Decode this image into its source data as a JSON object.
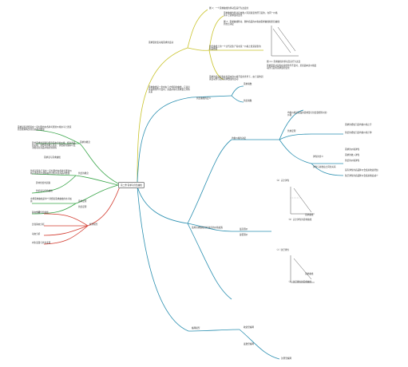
{
  "colors": {
    "yellow": "#c9c32a",
    "blue": "#2a8fb0",
    "green": "#3aa64a",
    "red": "#d23a2e"
  },
  "root": {
    "label": "第二章 需求与供给曲线"
  },
  "yellow_branch": {
    "items": [
      "图 1：一个需求曲线的移动及其行为改变的",
      "需求曲线的移动是由收入等因素变化所引起的，在同一价格水平上需求量的变化",
      "图 2：需求曲线移动，图中商品的价格由需求曲线和供给曲线的交点决定",
      "需求量的变动和需求的变动",
      "供给曲线上的一个点代表生产者在某一价格上愿意提供的商品数量",
      "需求的变动是指在商品本身价格不变的条件下，由于其他因素变动所引起的需求数量的变动"
    ],
    "chart_caption": "图 2-1 需求曲线的移动及其行为改变",
    "sub_note": "需求量变动是指在其他条件不变时，某商品本身价格变动所引起的需求量的变化"
  },
  "blue_branch": {
    "items": [
      "需求曲线是一条向右下方倾斜的曲线，它表示在其他条件不变时，商品价格与需求量之间的关系",
      "供给曲线的定义",
      "需求函数",
      "供给函数",
      "均衡价格的决定",
      "均衡价格是商品的需求量与供给量相等时的价格",
      "供求定理",
      "需求的增加引起均衡价格上升",
      "供给的增加引起均衡价格下降",
      "弹性的含义",
      "需求的价格弹性",
      "需求的收入弹性",
      "供给的价格弹性",
      "弹性与总收益之间的关系",
      "富有弹性的商品降价会使总收益增加",
      "缺乏弹性的商品降价会使总收益减少",
      "运用供求曲线分析政府的价格政策",
      "最高限价",
      "最低限价",
      "蛛网模型",
      "收敛型蛛网",
      "发散型蛛网",
      "封闭型蛛网"
    ],
    "chart_b_caption_line1": "（b）完全弹性",
    "chart_b_caption_line2": "（b）完全弹性的需求曲线",
    "chart_c_caption_line1": "（c）缺乏弹性",
    "chart_c_caption_line2": "（c）缺乏弹性的需求曲线",
    "chart_b_label": "需求曲线",
    "chart_c_label": "需求曲线"
  },
  "green_branch": {
    "items": [
      "需求是指消费者在一定时期内在各种可能的价格水平上愿意而且能够购买的该商品的数量",
      "需求的概念",
      "影响需求的因素包括商品本身的价格、相关商品的价格、消费者的收入水平、消费者的偏好以及消费者对商品价格的预期等",
      "需求表与需求曲线",
      "供给是指生产者在一定时期内在各种可能的价格下愿意而且能够提供出售的该商品的数量",
      "供给的概念",
      "影响供给的因素",
      "供给表与供给曲线",
      "需求定理",
      "供给定理",
      "市场需求曲线是单个消费者需求曲线的水平加总",
      "市场供给曲线"
    ]
  },
  "red_branch": {
    "items": [
      "经济模型",
      "静态分析",
      "比较静态分析",
      "动态分析",
      "内生变量与外生变量"
    ]
  }
}
